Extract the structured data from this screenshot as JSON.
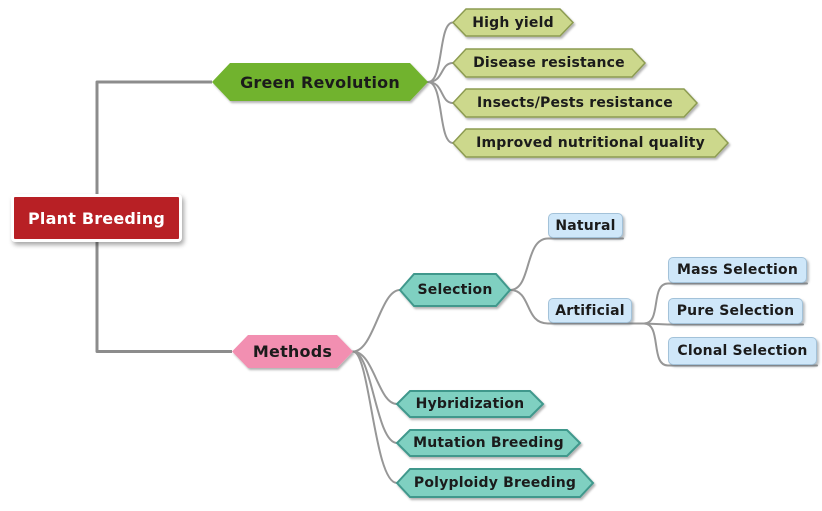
{
  "diagram_type": "mind map",
  "nodes": {
    "root": "Plant Breeding",
    "green_revolution": "Green Revolution",
    "high_yield": "High yield",
    "disease_resistance": "Disease resistance",
    "insects_pests": "Insects/Pests resistance",
    "improved_quality": "Improved nutritional quality",
    "methods": "Methods",
    "selection": "Selection",
    "natural": "Natural",
    "artificial": "Artificial",
    "mass_selection": "Mass Selection",
    "pure_selection": "Pure Selection",
    "clonal_selection": "Clonal Selection",
    "hybridization": "Hybridization",
    "mutation_breeding": "Mutation Breeding",
    "polyploidy_breeding": "Polyploidy Breeding"
  },
  "structure": {
    "root": "Plant Breeding",
    "branches": [
      {
        "label": "Green Revolution",
        "children": [
          {
            "label": "High yield"
          },
          {
            "label": "Disease resistance"
          },
          {
            "label": "Insects/Pests resistance"
          },
          {
            "label": "Improved nutritional quality"
          }
        ]
      },
      {
        "label": "Methods",
        "children": [
          {
            "label": "Selection",
            "children": [
              {
                "label": "Natural"
              },
              {
                "label": "Artificial",
                "children": [
                  {
                    "label": "Mass Selection"
                  },
                  {
                    "label": "Pure Selection"
                  },
                  {
                    "label": "Clonal Selection"
                  }
                ]
              }
            ]
          },
          {
            "label": "Hybridization"
          },
          {
            "label": "Mutation Breeding"
          },
          {
            "label": "Polyploidy Breeding"
          }
        ]
      }
    ]
  },
  "colors": {
    "root_fill": "#B82025",
    "root_text": "#FFFFFF",
    "branch_green_fill": "#71B32F",
    "olive_fill": "#CCD88C",
    "olive_border": "#8C9B51",
    "methods_pink_fill": "#F28FB1",
    "teal_fill": "#7FD0C1",
    "teal_border": "#3F988C",
    "blue_fill": "#CFE7F9",
    "blue_border": "#A3C2D9",
    "connector": "#8F8F8F",
    "node_text": "#1B1B1B",
    "background": "#FFFFFF"
  }
}
